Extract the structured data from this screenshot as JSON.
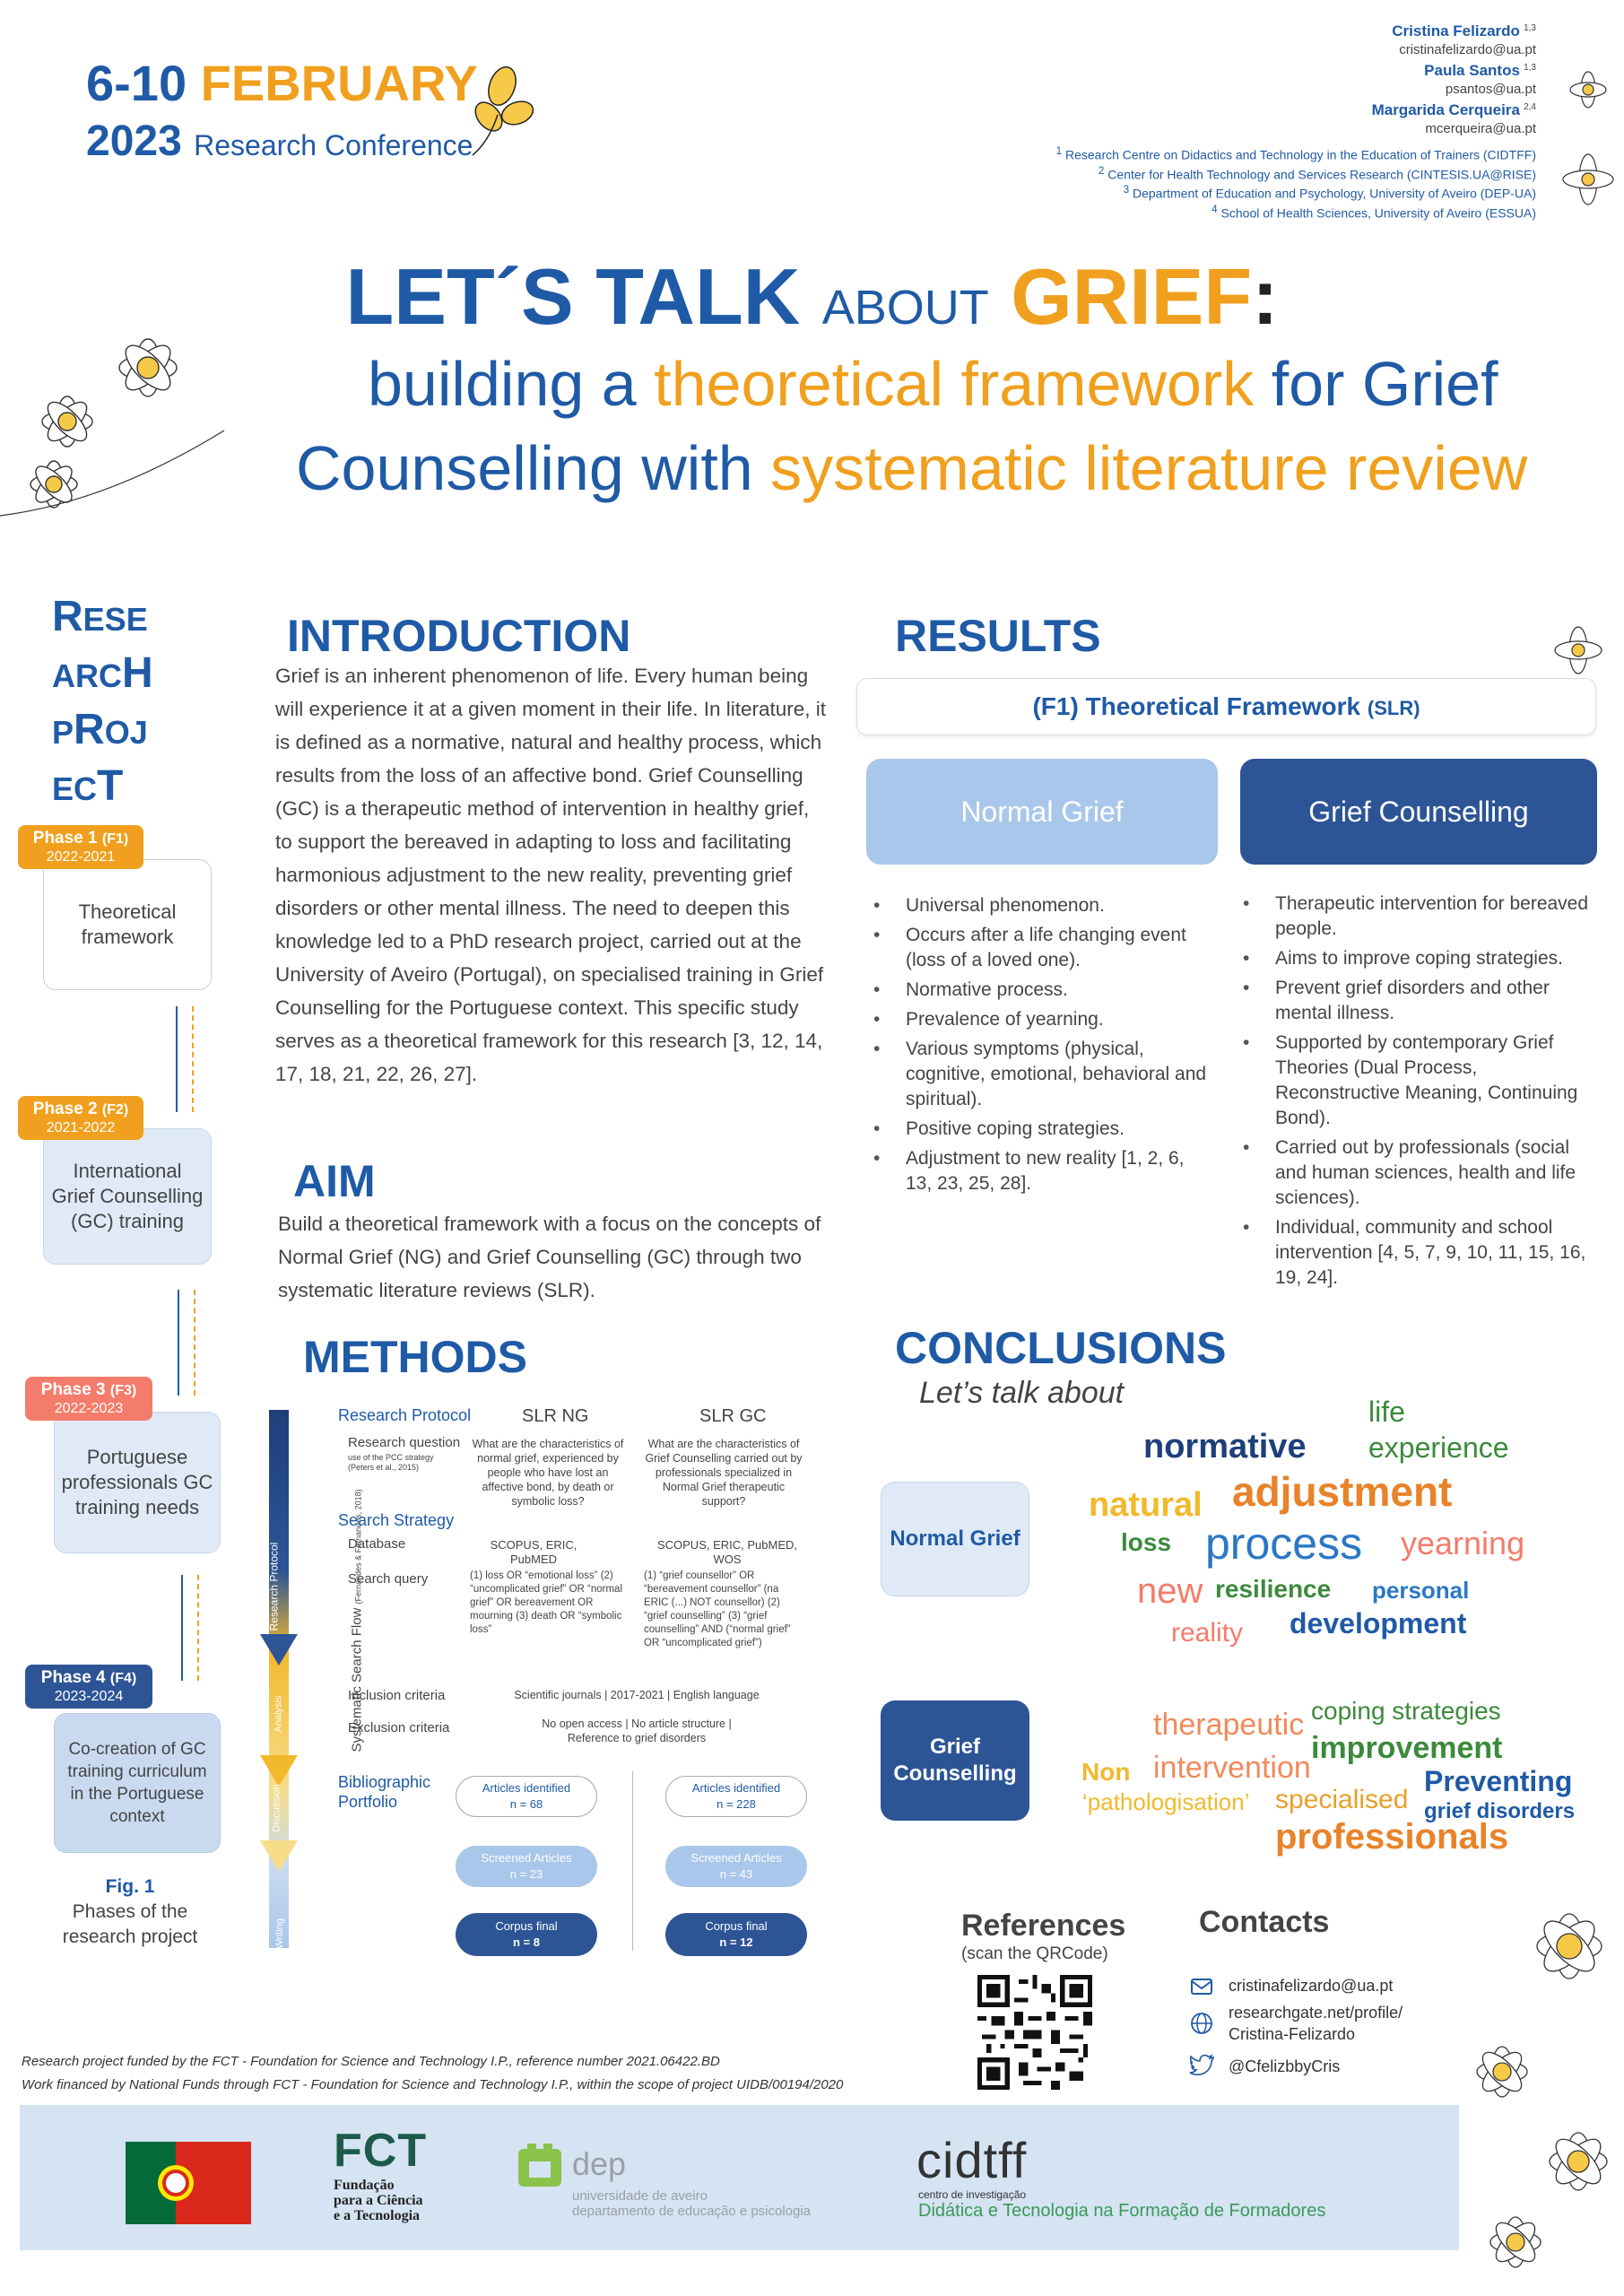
{
  "conference": {
    "days": "6-10",
    "month": "FEBRUARY",
    "year": "2023",
    "name": "Research Conference"
  },
  "authors": [
    {
      "name": "Cristina Felizardo",
      "sup": "1,3",
      "email": "cristinafelizardo@ua.pt"
    },
    {
      "name": "Paula Santos",
      "sup": "1,3",
      "email": "psantos@ua.pt"
    },
    {
      "name": "Margarida Cerqueira",
      "sup": "2,4",
      "email": "mcerqueira@ua.pt"
    }
  ],
  "affiliations": [
    {
      "sup": "1",
      "text": "Research Centre on Didactics and Technology in the Education of Trainers (CIDTFF)"
    },
    {
      "sup": "2",
      "text": "Center for Health Technology and Services Research  (CINTESIS.UA@RISE)"
    },
    {
      "sup": "3",
      "text": "Department of Education and Psychology, University of Aveiro (DEP-UA)"
    },
    {
      "sup": "4",
      "text": "School of Health Sciences, University of Aveiro (ESSUA)"
    }
  ],
  "title": {
    "part1": "LET´S TALK",
    "part2": "ABOUT",
    "part3": "GRIEF",
    "part4": ":",
    "line2a": "building a ",
    "line2b": "theoretical framework",
    "line2c": " for Grief",
    "line3a": "Counselling with ",
    "line3b": "systematic literature review"
  },
  "research_project": {
    "l1a": "R",
    "l1b": "ESE",
    "l2a": "ARC",
    "l2b": "H",
    "l3a": "P",
    "l3b": "R",
    "l3c": "OJ",
    "l4a": "EC",
    "l4b": "T"
  },
  "phases": [
    {
      "tag": "Phase 1",
      "code": "(F1)",
      "years": "2022-2021",
      "box": "Theoretical framework"
    },
    {
      "tag": "Phase 2",
      "code": "(F2)",
      "years": "2021-2022",
      "box": "International Grief Counselling (GC) training"
    },
    {
      "tag": "Phase 3",
      "code": "(F3)",
      "years": "2022-2023",
      "box": "Portuguese professionals GC training needs"
    },
    {
      "tag": "Phase 4",
      "code": "(F4)",
      "years": "2023-2024",
      "box": "Co-creation of GC training curriculum in the Portuguese context"
    }
  ],
  "fig1": {
    "label": "Fig. 1",
    "caption": "Phases of the research project"
  },
  "introduction": {
    "heading": "INTRODUCTION",
    "text": "Grief is an inherent phenomenon of life. Every human being will experience it at a given moment in their life. In literature, it is defined as a normative, natural and healthy process, which results from the loss of an affective bond. Grief Counselling (GC) is a therapeutic method of intervention in healthy grief, to support the bereaved in adapting to loss and facilitating harmonious adjustment to the new reality, preventing grief disorders or other mental illness. The need to deepen this knowledge led to a PhD research project, carried out at the University of Aveiro (Portugal), on specialised training in Grief Counselling for the Portuguese context. This specific study serves as a theoretical framework for this research [3, 12, 14, 17, 18, 21, 22, 26, 27]."
  },
  "aim": {
    "heading": "AIM",
    "text": "Build a theoretical framework with a focus on the concepts of Normal Grief (NG) and Grief Counselling (GC) through two systematic literature reviews (SLR)."
  },
  "methods": {
    "heading": "METHODS",
    "arrow_labels": [
      "Research Protocol",
      "Analysis",
      "Discussion",
      "Writing"
    ],
    "side_label": "Systematic Search Flow",
    "side_ref": "(Fernandes & Fernandes, 2018)",
    "cols": [
      "SLR NG",
      "SLR GC"
    ],
    "research_protocol": "Research Protocol",
    "research_question": "Research question",
    "pcc_note": "use of the PCC strategy (Peters et al., 2015)",
    "rq_ng": "What are the characteristics of normal grief, experienced by people who have lost an affective bond, by death or symbolic loss?",
    "rq_gc": "What are the characteristics of Grief Counselling carried out by professionals specialized in Normal Grief therapeutic support?",
    "search_strategy": "Search Strategy",
    "database": "Database",
    "db_ng": "SCOPUS, ERIC, PubMED",
    "db_gc": "SCOPUS, ERIC, PubMED, WOS",
    "search_query": "Search query",
    "sq_ng": "(1) loss OR “emotional loss” (2) “uncomplicated grief” OR “normal grief” OR bereavement OR mourning (3) death OR “symbolic loss”",
    "sq_gc": "(1) “grief counsellor” OR “bereavement counsellor” (na ERIC (...) NOT counsellor) (2) “grief counselling” (3) “grief counselling” AND (“normal grief” OR “uncomplicated grief”)",
    "inclusion": "Inclusion criteria",
    "inclusion_text": "Scientific journals | 2017-2021 | English language",
    "exclusion": "Exclusion criteria",
    "exclusion_text": "No open access | No article structure | Reference to grief disorders",
    "portfolio": "Bibliographic Portfolio",
    "identified": "Articles identified",
    "screened": "Screened Articles",
    "corpus": "Corpus final",
    "ng_identified": "n = 68",
    "ng_screened": "n = 23",
    "ng_corpus": "n = 8",
    "gc_identified": "n = 228",
    "gc_screened": "n = 43",
    "gc_corpus": "n = 12"
  },
  "results": {
    "heading": "RESULTS",
    "box_main": "(F1) Theoretical Framework ",
    "box_sub": "(SLR)",
    "normal_grief": "Normal Grief",
    "grief_counselling": "Grief Counselling",
    "ng_bullets": [
      "Universal phenomenon.",
      "Occurs after a life changing event (loss of a loved one).",
      "Normative process.",
      "Prevalence of yearning.",
      "Various symptoms (physical, cognitive, emotional, behavioral and spiritual).",
      "Positive coping strategies.",
      "Adjustment to new reality [1, 2, 6, 13, 23, 25, 28]."
    ],
    "gc_bullets": [
      "Therapeutic intervention for bereaved people.",
      "Aims to improve coping strategies.",
      "Prevent grief disorders and other mental illness.",
      "Supported by contemporary Grief Theories (Dual Process, Reconstructive Meaning, Continuing Bond).",
      "Carried out by professionals (social and human sciences, health and life sciences).",
      "Individual, community and school intervention [4, 5, 7, 9, 10, 11, 15, 16, 19, 24]."
    ]
  },
  "conclusions": {
    "heading": "CONCLUSIONS",
    "subtitle": "Let’s talk about",
    "ng_label": "Normal Grief",
    "gc_label": "Grief Counselling",
    "ng_words": {
      "life": "life",
      "experience": "experience",
      "normative": "normative",
      "natural": "natural",
      "adjustment": "adjustment",
      "loss": "loss",
      "process": "process",
      "yearning": "yearning",
      "new": "new",
      "resilience": "resilience",
      "personal": "personal",
      "reality": "reality",
      "development": "development"
    },
    "gc_words": {
      "therapeutic": "therapeutic",
      "coping": "coping strategies",
      "improvement": "improvement",
      "non": "Non",
      "intervention": "intervention",
      "pathologisation": "‘pathologisation’",
      "specialised": "specialised",
      "preventing": "Preventing",
      "grief_disorders": "grief disorders",
      "professionals": "professionals"
    }
  },
  "references": {
    "heading": "References",
    "sub": "(scan the QRCode)"
  },
  "contacts": {
    "heading": "Contacts",
    "email": "cristinafelizardo@ua.pt",
    "rg1": "researchgate.net/profile/",
    "rg2": "Cristina-Felizardo",
    "twitter": "@CfelizbbyCris"
  },
  "funding": {
    "line1": "Research project funded by the FCT - Foundation for Science and Technology I.P., reference number 2021.06422.BD",
    "line2": "Work financed by National Funds through FCT - Foundation for Science and Technology I.P., within the scope of project UIDB/00194/2020"
  },
  "logos": {
    "fct": "FCT",
    "fct_sub1": "Fundação",
    "fct_sub2": "para a Ciência",
    "fct_sub3": "e a Tecnologia",
    "dep": "dep",
    "dep_sub1": "universidade de aveiro",
    "dep_sub2": "departamento de educação e psicologia",
    "cidtff": "cidtff",
    "cidtff_sub1": "centro de investigação",
    "cidtff_sub2": "Didática e Tecnologia na Formação de Formadores"
  },
  "colors": {
    "blue": "#1f5aa6",
    "orange": "#f0a01e",
    "navy": "#2d5596",
    "light_blue": "#a9c7ea",
    "salmon": "#f47c6a",
    "green": "#3c8a3c"
  }
}
